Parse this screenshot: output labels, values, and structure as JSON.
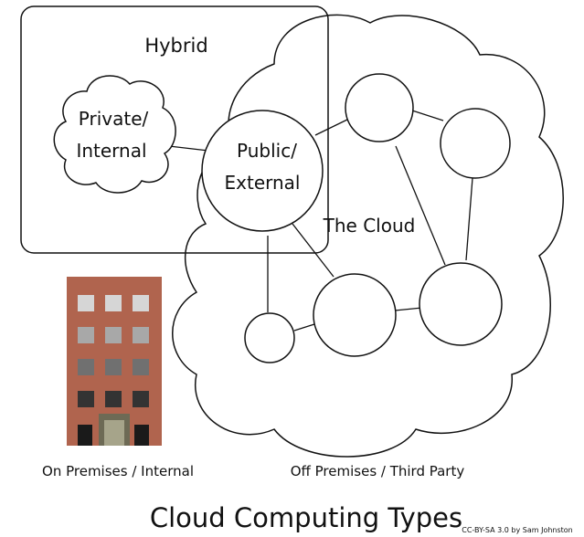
{
  "diagram": {
    "labels": {
      "hybrid": "Hybrid",
      "private_line1": "Private/",
      "private_line2": "Internal",
      "public_line1": "Public/",
      "public_line2": "External",
      "the_cloud": "The Cloud",
      "on_premises": "On Premises / Internal",
      "off_premises": "Off Premises / Third Party",
      "title": "Cloud Computing Types",
      "credit": "CC-BY-SA 3.0 by Sam Johnston"
    },
    "colors": {
      "stroke": "#111111",
      "building": "#b0644e",
      "window_top": "#d6d6d6",
      "window_mid": "#9a9a9a",
      "window_low": "#6e6e6e",
      "window_dark": "#333333",
      "door": "#a6a48a"
    }
  }
}
